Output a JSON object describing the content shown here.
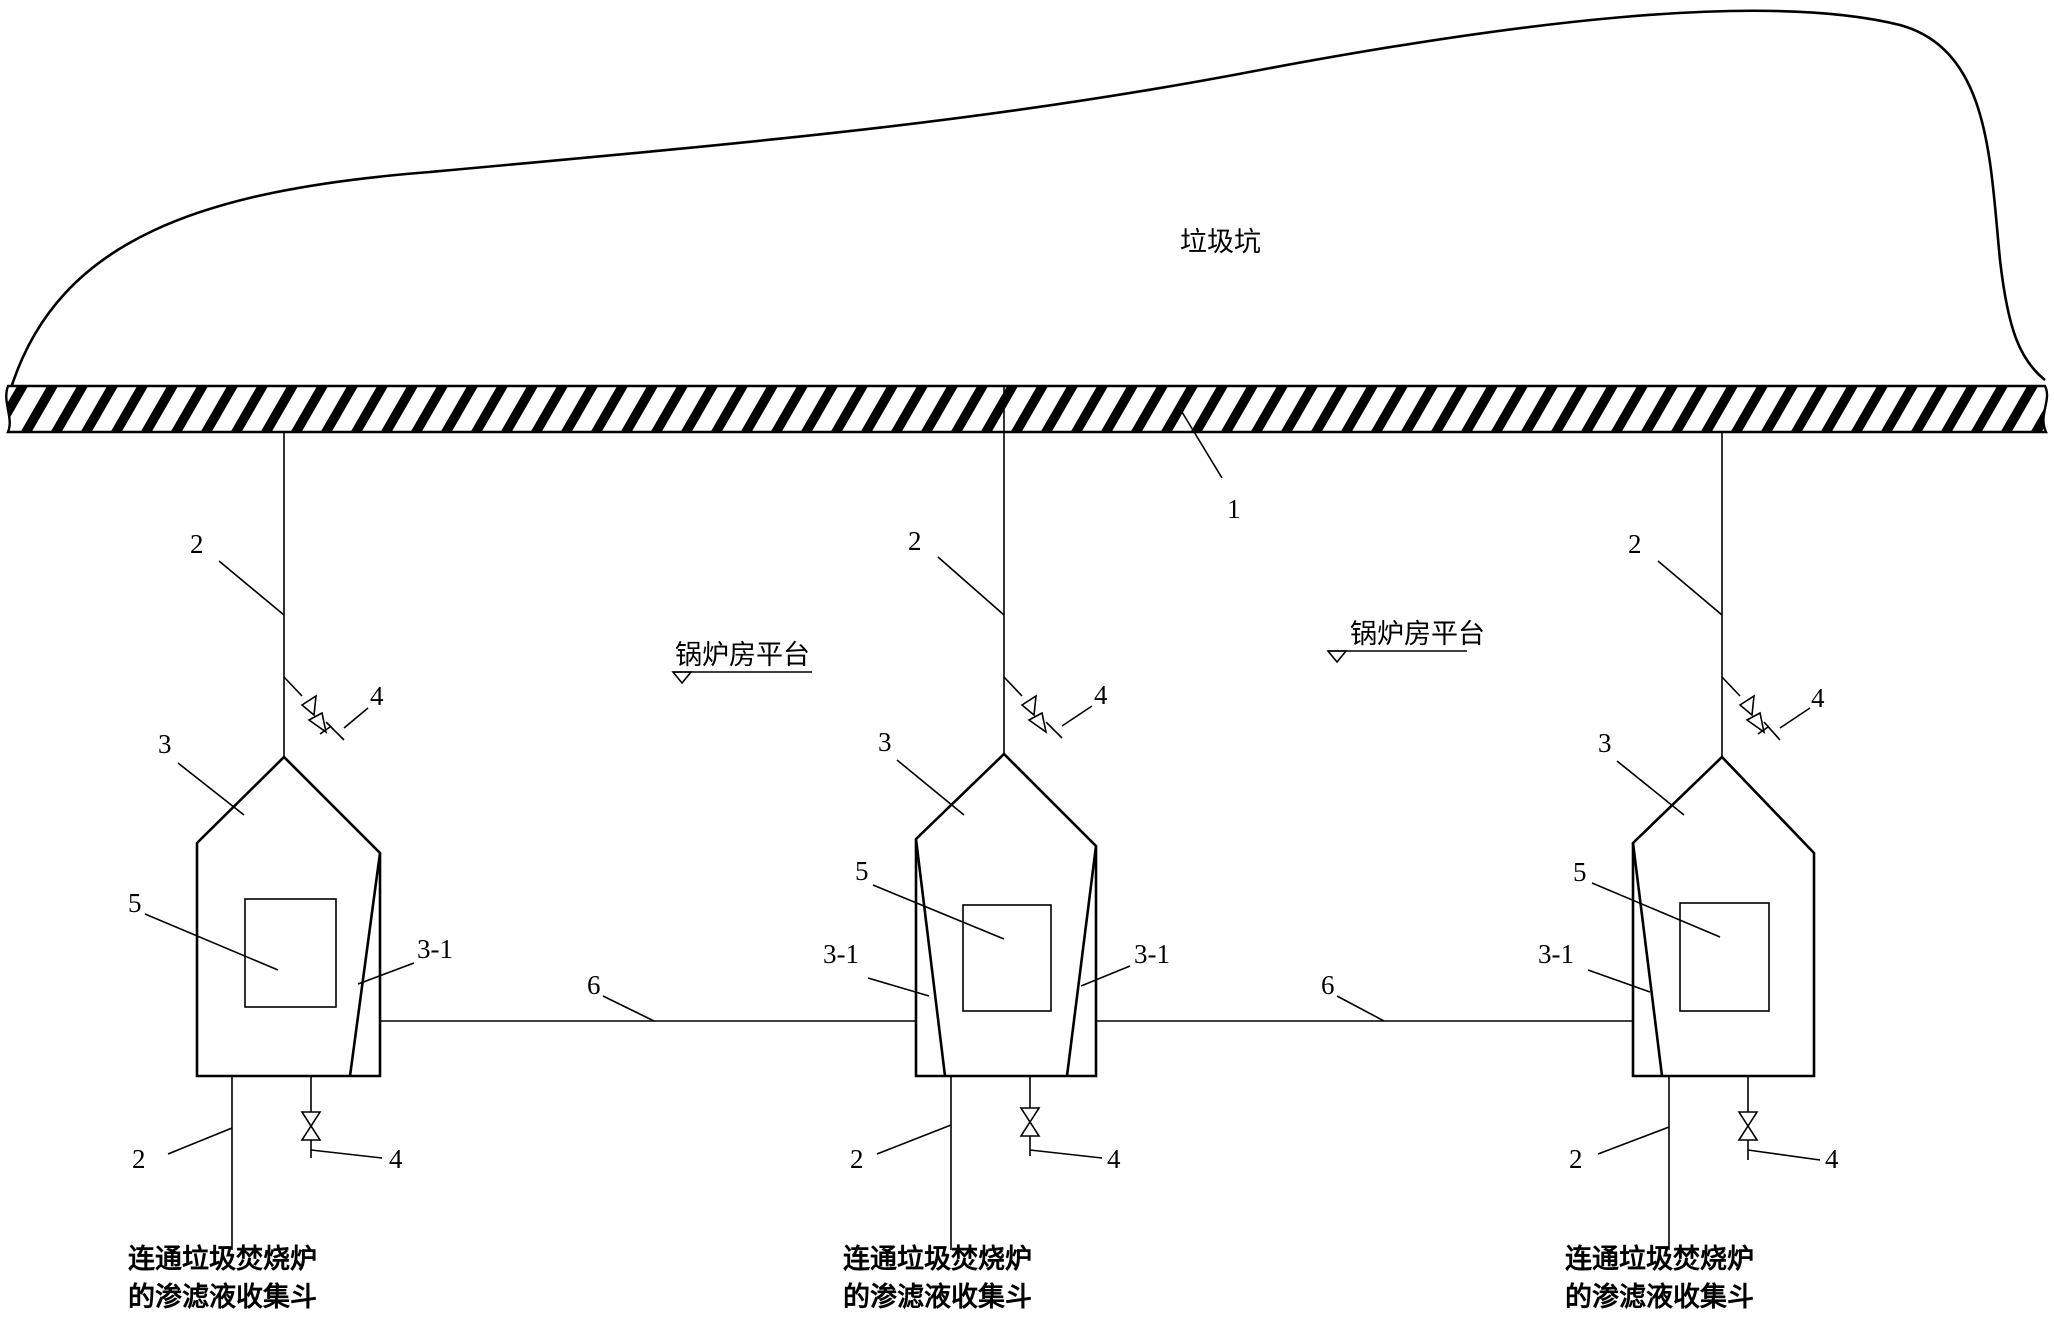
{
  "title_pit": "垃圾坑",
  "platform_label": "锅炉房平台",
  "outlet_line1": "连通垃圾焚烧炉",
  "outlet_line2": "的渗滤液收集斗",
  "ref": {
    "wall": "1",
    "pipe": "2",
    "tank": "3",
    "tank_inner": "3-1",
    "valve": "4",
    "window": "5",
    "connector": "6"
  }
}
